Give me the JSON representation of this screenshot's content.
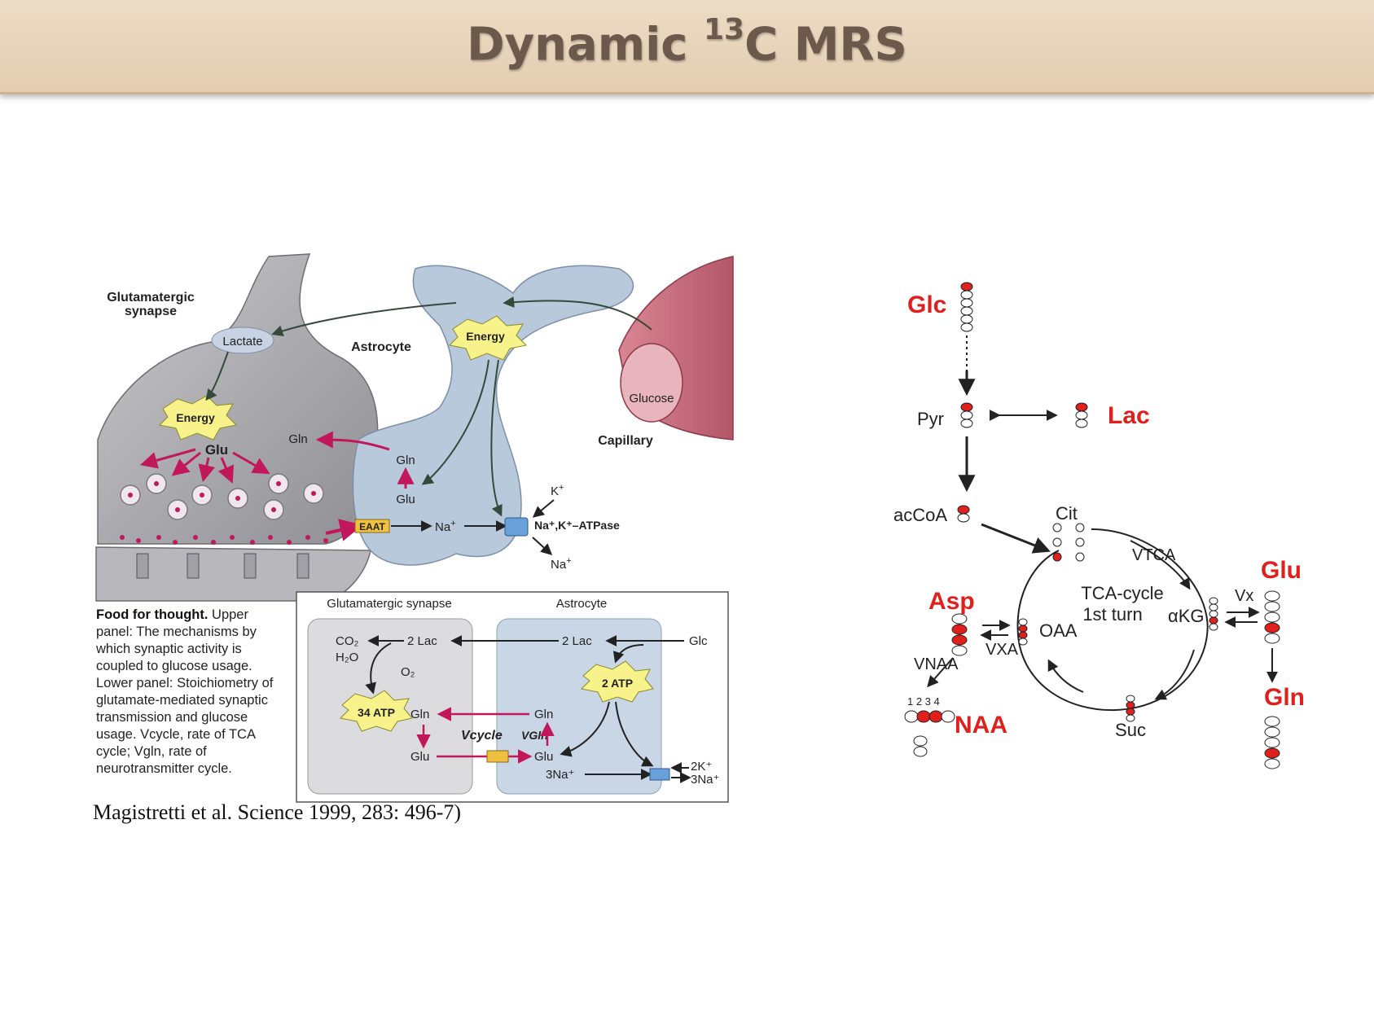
{
  "slide": {
    "title_main": "Dynamic ",
    "title_sup": "13",
    "title_tail": "C MRS",
    "citation": "Magistretti et al. Science 1999, 283: 496-7)"
  },
  "left_figure": {
    "labels": {
      "glutamatergic_synapse": "Glutamatergic",
      "synapse": "synapse",
      "astrocyte": "Astrocyte",
      "lactate": "Lactate",
      "energy": "Energy",
      "glucose": "Glucose",
      "capillary": "Capillary",
      "glu": "Glu",
      "gln": "Gln",
      "eaat": "EAAT",
      "na_plus": "Na",
      "k_plus": "K",
      "atpase": "Na⁺,K⁺–ATPase"
    },
    "caption": {
      "bold": "Food for thought.",
      "text": " Upper panel: The mechanisms by which synaptic activity is coupled to glucose usage. Lower panel: Stoichiometry of glutamate-mediated synaptic transmission and glucose usage. Vcycle, rate of TCA cycle; Vgln, rate of neurotransmitter cycle."
    },
    "lower_panel": {
      "synapse_heading": "Glutamatergic synapse",
      "astrocyte_heading": "Astrocyte",
      "co2": "CO₂",
      "h2o": "H₂O",
      "o2": "O₂",
      "two_lac": "2 Lac",
      "glc": "Glc",
      "atp34": "34 ATP",
      "atp2": "2 ATP",
      "gln": "Gln",
      "glu": "Glu",
      "vcycle": "Vcycle",
      "vgln": "VGln",
      "three_na": "3Na⁺",
      "two_k": "2K⁺"
    }
  },
  "right_figure": {
    "glc": "Glc",
    "pyr": "Pyr",
    "lac": "Lac",
    "accoa": "acCoA",
    "cit": "Cit",
    "vtca": "VTCA",
    "tca1": "TCA-cycle",
    "tca2": "1st turn",
    "akg": "αKG",
    "glu": "Glu",
    "vx": "Vx",
    "asp": "Asp",
    "oaa": "OAA",
    "vxa": "VXA",
    "vnaa": "VNAA",
    "naa": "NAA",
    "suc": "Suc",
    "gln": "Gln",
    "naa_numbers": "1 2 3 4"
  },
  "colors": {
    "label_red": "#e0201c",
    "accent_magenta": "#c2185b",
    "astrocyte_blue": "#b9c9dc"
  }
}
